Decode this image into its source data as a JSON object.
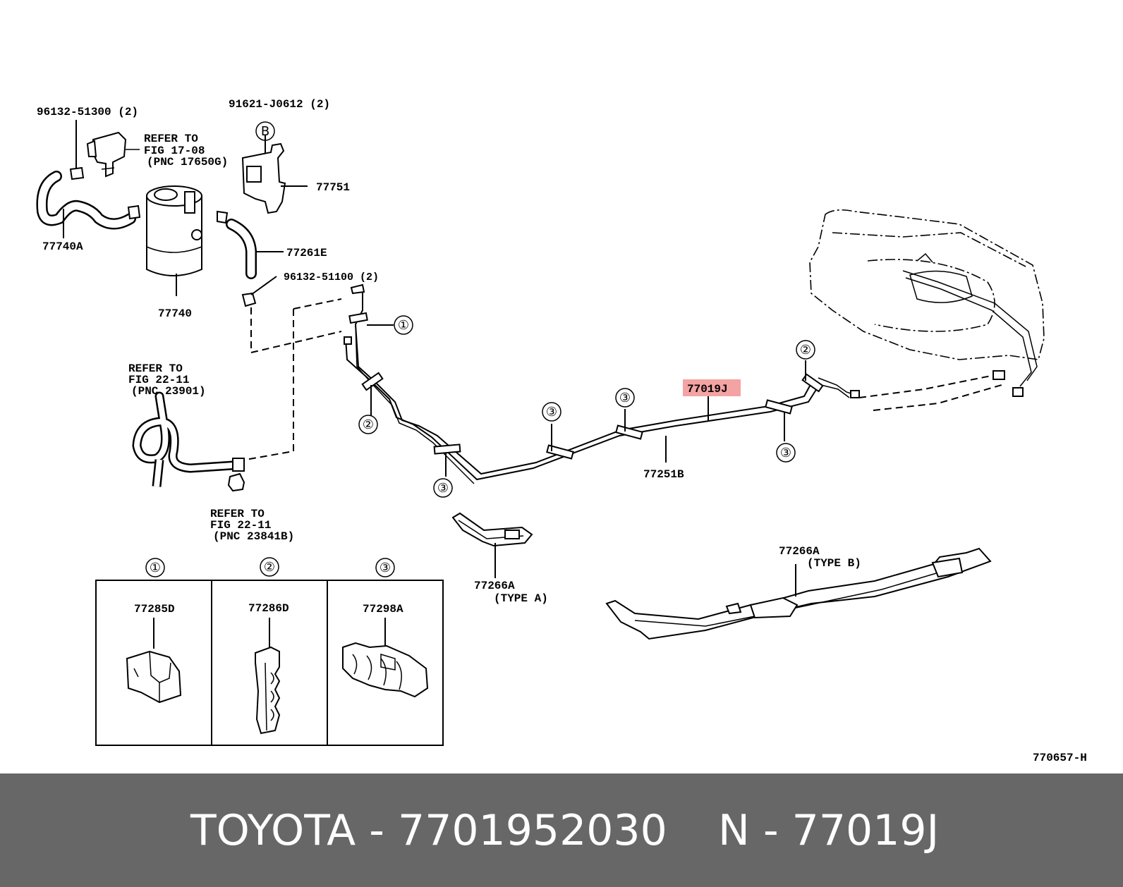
{
  "diagram": {
    "labels": {
      "p96132_51300": "96132-51300 (2)",
      "refer_fig17_line1": "REFER TO",
      "refer_fig17_line2": "FIG 17-08",
      "refer_fig17_line3": "(PNC 17650G)",
      "p91621_j0612": "91621-J0612 (2)",
      "b_marker": "B",
      "p77751": "77751",
      "p77740a": "77740A",
      "p77740": "77740",
      "p77261e": "77261E",
      "p96132_51100": "96132-51100 (2)",
      "refer_23901_line1": "REFER TO",
      "refer_23901_line2": "FIG 22-11",
      "refer_23901_line3": "(PNC 23901)",
      "refer_23841b_line1": "REFER TO",
      "refer_23841b_line2": "FIG 22-11",
      "refer_23841b_line3": "(PNC 23841B)",
      "p77019j": "77019J",
      "p77251b": "77251B",
      "p77266a_a_line1": "77266A",
      "p77266a_a_line2": "(TYPE A)",
      "p77266a_b_line1": "77266A",
      "p77266a_b_line2": "(TYPE B)",
      "diagram_code": "770657-H"
    },
    "circle_numbers": {
      "one": "①",
      "two": "②",
      "three": "③"
    },
    "legend": [
      {
        "number": "①",
        "part": "77285D"
      },
      {
        "number": "②",
        "part": "77286D"
      },
      {
        "number": "③",
        "part": "77298A"
      }
    ],
    "highlight_color": "#f4a3a3"
  },
  "footer": {
    "left": "TOYOTA - 7701952030",
    "right": "N - 77019J"
  }
}
